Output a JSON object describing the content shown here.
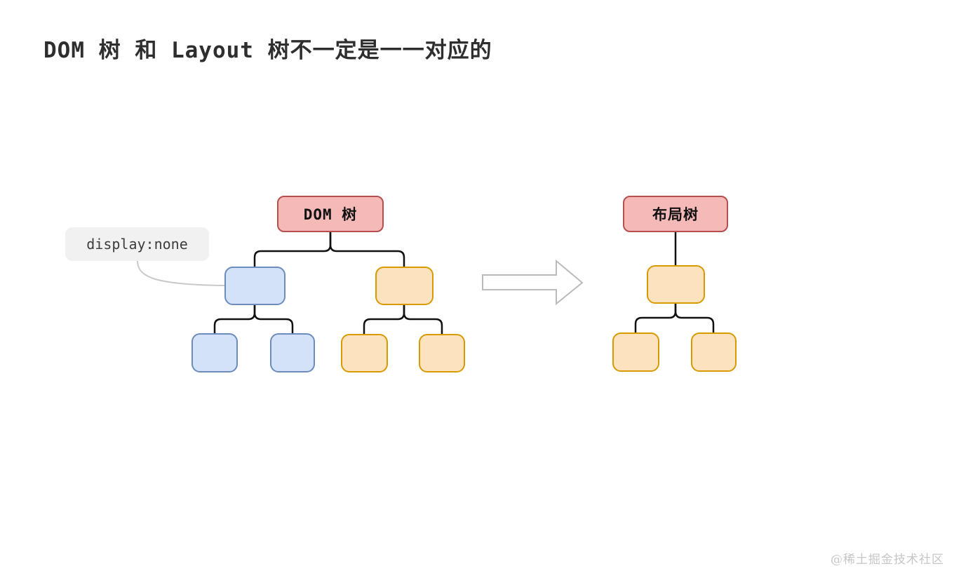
{
  "title": "DOM 树 和 Layout 树不一定是一一对应的",
  "annotation": {
    "text": "display:none",
    "points_to": "dom-tree-left-child"
  },
  "dom_tree": {
    "root_label": "DOM 树",
    "hidden_branch": {
      "style": "display:none",
      "color": "blue",
      "leaf_count": 2
    },
    "visible_branch": {
      "color": "orange",
      "leaf_count": 2
    }
  },
  "layout_tree": {
    "root_label": "布局树",
    "branch": {
      "color": "orange",
      "leaf_count": 2
    }
  },
  "colors": {
    "red_fill": "#f5bab8",
    "red_border": "#b5504e",
    "blue_fill": "#d3e2f9",
    "blue_border": "#6b8cbd",
    "orange_fill": "#fde2c0",
    "orange_border": "#d79b00",
    "connector": "#111111",
    "annotation_bg": "#f1f1f1",
    "leader_line": "#c9c9c9",
    "arrow_outline": "#bbbbbb",
    "title_color": "#2e2e2e",
    "watermark_color": "#c6c6c6"
  },
  "watermark": "@稀土掘金技术社区"
}
